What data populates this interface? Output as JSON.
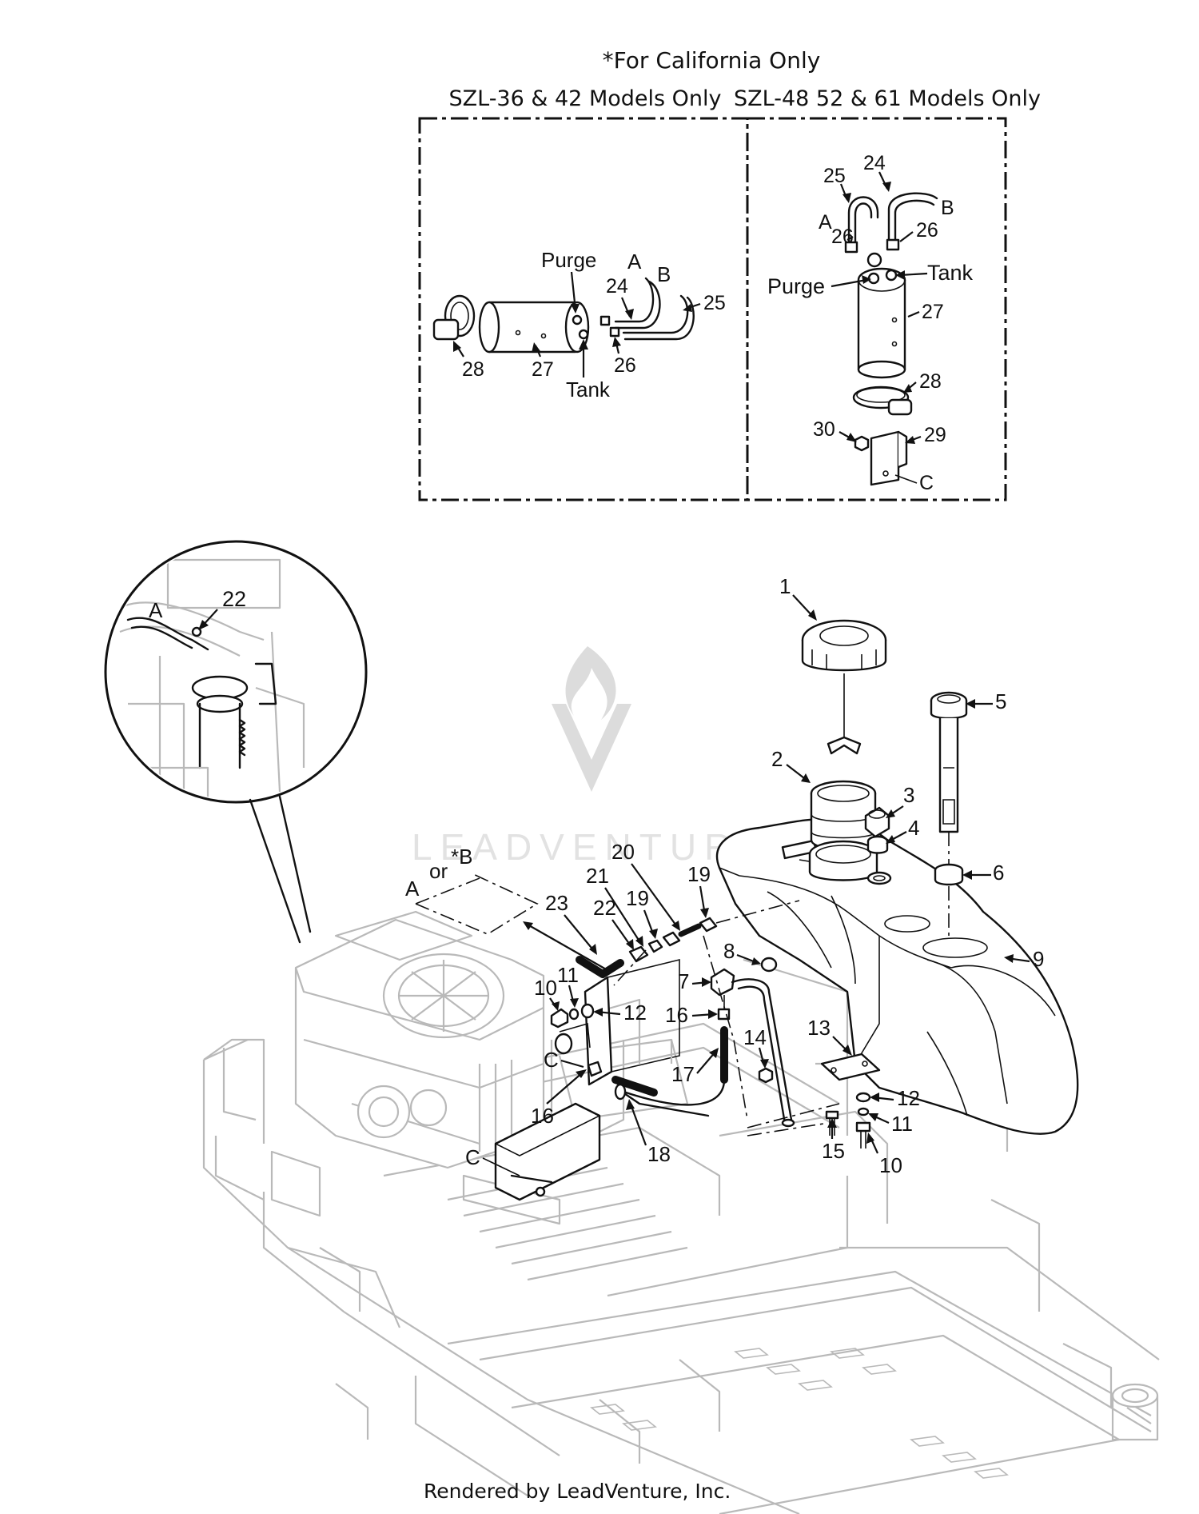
{
  "header": {
    "note": "*For California Only",
    "left_box_title": "SZL-36 & 42 Models Only",
    "right_box_title": "SZL-48 52 & 61 Models Only"
  },
  "callouts_left_box": {
    "purge": "Purge",
    "tank": "Tank",
    "a": "A",
    "b": "B",
    "n24": "24",
    "n25": "25",
    "n26": "26",
    "n27": "27",
    "n28": "28"
  },
  "callouts_right_box": {
    "purge": "Purge",
    "tank": "Tank",
    "a": "A",
    "b": "B",
    "c": "C",
    "n24": "24",
    "n25": "25",
    "n26a": "26",
    "n26b": "26",
    "n27": "27",
    "n28": "28",
    "n29": "29",
    "n30": "30"
  },
  "callouts_detail_circle": {
    "a": "A",
    "n22": "22"
  },
  "callouts_main": {
    "n1": "1",
    "n2": "2",
    "n3": "3",
    "n4": "4",
    "n5": "5",
    "n6": "6",
    "n7": "7",
    "n8": "8",
    "n9": "9",
    "n10a": "10",
    "n11a": "11",
    "n12a": "12",
    "n10b": "10",
    "n11b": "11",
    "n12b": "12",
    "n13": "13",
    "n14": "14",
    "n15": "15",
    "n16a": "16",
    "n16b": "16",
    "n17": "17",
    "n18": "18",
    "n19a": "19",
    "n19b": "19",
    "n20": "20",
    "n21": "21",
    "n22": "22",
    "n23": "23",
    "a": "A",
    "or": "or",
    "star_b": "*B",
    "c1": "C",
    "c2": "C"
  },
  "watermark": "LEADVENTURE",
  "footer": "Rendered by LeadVenture, Inc."
}
